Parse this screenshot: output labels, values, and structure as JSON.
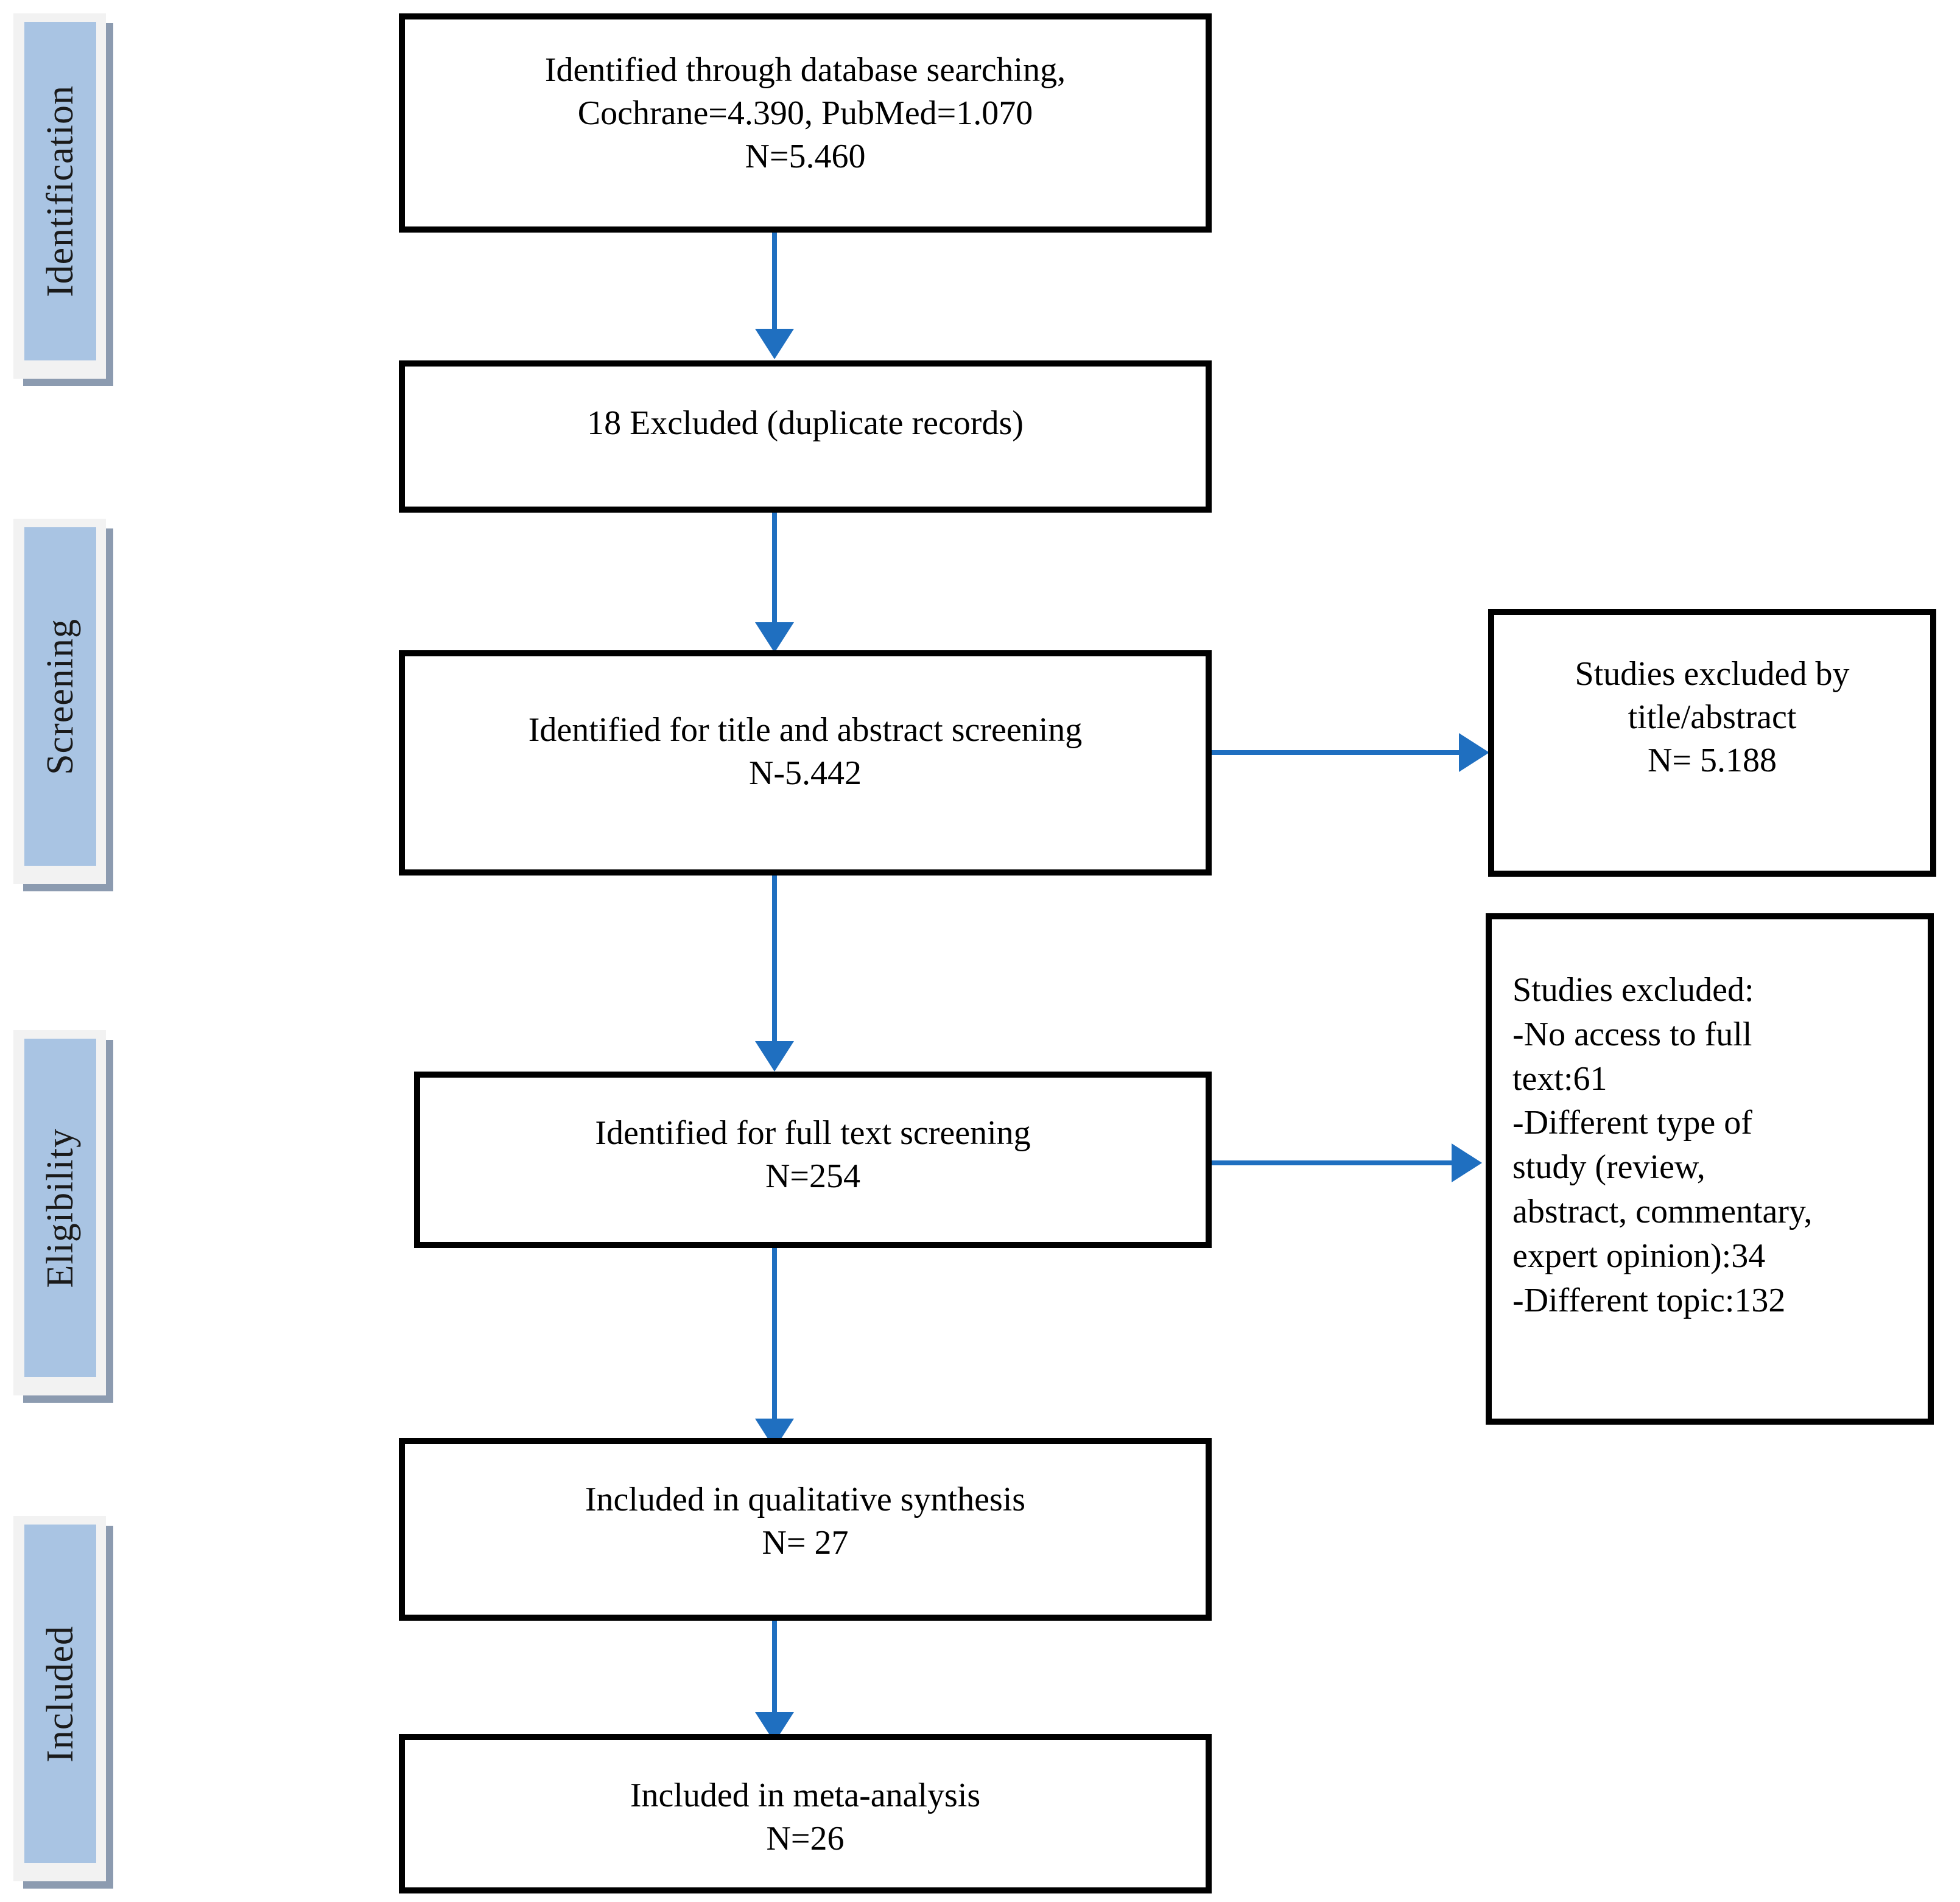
{
  "diagram": {
    "type": "prisma-flow-diagram",
    "accent_color": "#1F6FC0",
    "stage_chip_color": "#A9C4E3",
    "box_border_color": "#000000"
  },
  "stages": [
    {
      "label": "Identification"
    },
    {
      "label": "Screening"
    },
    {
      "label": "Eligibility"
    },
    {
      "label": "Included"
    }
  ],
  "boxes": {
    "identified_database": {
      "text": "Identified through database searching,\nCochrane=4.390, PubMed=1.070\nN=5.460"
    },
    "duplicates_excluded": {
      "text": "18 Excluded (duplicate records)"
    },
    "title_abstract_screening": {
      "text": "Identified for title and abstract screening\nN-5.442"
    },
    "excluded_title_abstract": {
      "text": "Studies excluded by\ntitle/abstract\nN= 5.188"
    },
    "full_text_screening": {
      "text": "Identified for full text screening\nN=254"
    },
    "excluded_full_text": {
      "text": "Studies excluded:\n-No access to full\ntext:61\n-Different type of\nstudy (review,\nabstract, commentary,\nexpert opinion):34\n-Different topic:132"
    },
    "qualitative_synthesis": {
      "text": "Included in qualitative synthesis\nN= 27"
    },
    "meta_analysis": {
      "text": "Included in meta-analysis\nN=26"
    }
  }
}
